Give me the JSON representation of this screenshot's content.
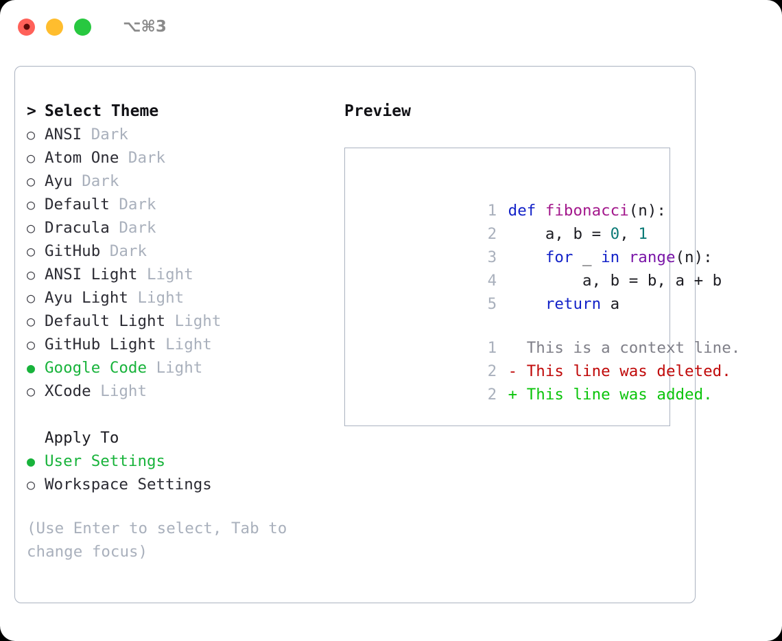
{
  "window": {
    "shortcut": "⌥⌘3",
    "traffic_lights": [
      "close-red",
      "minimize-yellow",
      "maximize-green"
    ]
  },
  "theme_picker": {
    "caret": ">",
    "heading": "Select Theme",
    "bullet_selected": "●",
    "bullet_unselected": "○",
    "items": [
      {
        "name": "ANSI",
        "variant": "Dark",
        "selected": false
      },
      {
        "name": "Atom One",
        "variant": "Dark",
        "selected": false
      },
      {
        "name": "Ayu",
        "variant": "Dark",
        "selected": false
      },
      {
        "name": "Default",
        "variant": "Dark",
        "selected": false
      },
      {
        "name": "Dracula",
        "variant": "Dark",
        "selected": false
      },
      {
        "name": "GitHub",
        "variant": "Dark",
        "selected": false
      },
      {
        "name": "ANSI Light",
        "variant": "Light",
        "selected": false
      },
      {
        "name": "Ayu Light",
        "variant": "Light",
        "selected": false
      },
      {
        "name": "Default Light",
        "variant": "Light",
        "selected": false
      },
      {
        "name": "GitHub Light",
        "variant": "Light",
        "selected": false
      },
      {
        "name": "Google Code",
        "variant": "Light",
        "selected": true
      },
      {
        "name": "XCode",
        "variant": "Light",
        "selected": false
      }
    ]
  },
  "apply_to": {
    "header": "Apply To",
    "options": [
      {
        "name": "User Settings",
        "selected": true
      },
      {
        "name": "Workspace Settings",
        "selected": false
      }
    ]
  },
  "hint": {
    "line1": "(Use Enter to select, Tab to",
    "line2": "change focus)"
  },
  "preview": {
    "title": "Preview",
    "code": [
      {
        "ln": "1",
        "tokens": [
          {
            "t": "def ",
            "c": "kw"
          },
          {
            "t": "fibonacci",
            "c": "fn"
          },
          {
            "t": "(n):",
            "c": "plain"
          }
        ]
      },
      {
        "ln": "2",
        "tokens": [
          {
            "t": "    a, b = ",
            "c": "plain"
          },
          {
            "t": "0",
            "c": "num"
          },
          {
            "t": ", ",
            "c": "plain"
          },
          {
            "t": "1",
            "c": "num"
          }
        ]
      },
      {
        "ln": "3",
        "tokens": [
          {
            "t": "    ",
            "c": "plain"
          },
          {
            "t": "for",
            "c": "kw"
          },
          {
            "t": " _ ",
            "c": "plain"
          },
          {
            "t": "in",
            "c": "kw"
          },
          {
            "t": " ",
            "c": "plain"
          },
          {
            "t": "range",
            "c": "fn2"
          },
          {
            "t": "(n):",
            "c": "plain"
          }
        ]
      },
      {
        "ln": "4",
        "tokens": [
          {
            "t": "        a, b = b, a + b",
            "c": "plain"
          }
        ]
      },
      {
        "ln": "5",
        "tokens": [
          {
            "t": "    ",
            "c": "plain"
          },
          {
            "t": "return",
            "c": "kw"
          },
          {
            "t": " a",
            "c": "plain"
          }
        ]
      }
    ],
    "diff": [
      {
        "ln": "1",
        "marker": " ",
        "text": "This is a context line.",
        "kind": "ctx"
      },
      {
        "ln": "2",
        "marker": "-",
        "text": "This line was deleted.",
        "kind": "del"
      },
      {
        "ln": "2",
        "marker": "+",
        "text": "This line was added.",
        "kind": "add"
      }
    ]
  },
  "colors": {
    "accent_green": "#18b33b",
    "muted": "#a9b0bc",
    "border": "#aab2c0",
    "keyword": "#1322c8",
    "function": "#a3188c",
    "builtin": "#7a16a8",
    "number": "#0b7a76",
    "diff_removed": "#c00a0a",
    "diff_added": "#0bc40b"
  }
}
